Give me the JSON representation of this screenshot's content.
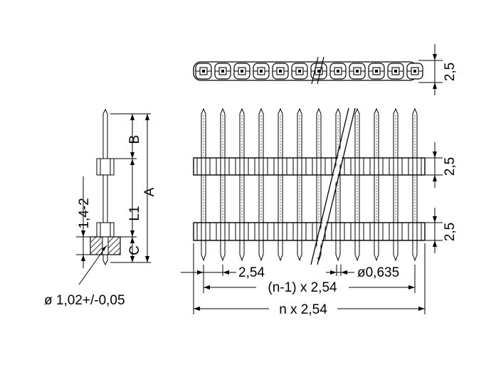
{
  "drawing": {
    "pin_count_shown": 12,
    "break_after_pin": 6,
    "colors": {
      "line": "#000000",
      "background": "#ffffff",
      "hatch": "#444444"
    }
  },
  "labels": {
    "top_height": "2,5",
    "body_upper_height": "2,5",
    "body_lower_height": "2,5",
    "pitch": "2,54",
    "pin_diameter": "ø0,635",
    "span_n_minus_1": "(n-1) x 2,54",
    "span_n": "n x 2,54",
    "hole_diameter": "ø 1,02+/-0,05",
    "side_dim_range": "1,4-2",
    "dim_a": "A",
    "dim_b": "B",
    "dim_l1": "L1",
    "dim_c": "C"
  }
}
